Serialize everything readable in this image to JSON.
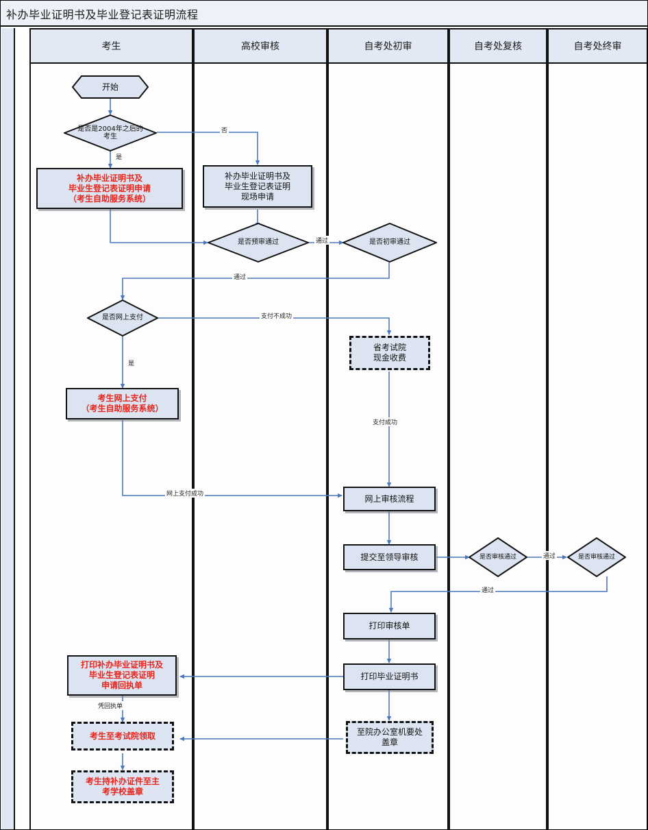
{
  "title": "补办毕业证明书及毕业登记表证明流程",
  "lanes": [
    {
      "id": "lane-margin",
      "label": ""
    },
    {
      "id": "lane-student",
      "label": "考生"
    },
    {
      "id": "lane-college",
      "label": "高校审核"
    },
    {
      "id": "lane-first-review",
      "label": "自考处初审"
    },
    {
      "id": "lane-recheck",
      "label": "自考处复核"
    },
    {
      "id": "lane-final-review",
      "label": "自考处终审"
    }
  ],
  "nodes": {
    "start": "开始",
    "decide_year": "是否是2004年之后的考生",
    "apply_online": "补办毕业证明书及\n毕业生登记表证明申请\n（考生自助服务系统）",
    "apply_onsite": "补办毕业证明书及\n毕业生登记表证明\n现场申请",
    "decide_pre_review": "是否预审通过",
    "decide_first_review": "是否初审通过",
    "decide_online_pay": "是否网上支付",
    "cash_pay": "省考试院\n现金收费",
    "student_pay": "考生网上支付\n（考生自助服务系统）",
    "online_review_flow": "网上审核流程",
    "submit_leader": "提交至领导审核",
    "decide_recheck": "是否审核通过",
    "decide_final": "是否审核通过",
    "print_review_sheet": "打印审核单",
    "print_certificate": "打印毕业证明书",
    "print_receipt": "打印补办毕业证明书及\n毕业生登记表证明\n申请回执单",
    "seal_office": "至院办公室机要处\n盖章",
    "student_collect": "考生至考试院领取",
    "student_school_seal": "考生持补办证件至主\n考学校盖章"
  },
  "edge_labels": {
    "no": "否",
    "yes": "是",
    "pass_pre": "通过",
    "pass_first": "通过",
    "pay_failed": "支付不成功",
    "pay_success": "支付成功",
    "online_pay_success": "网上支付成功",
    "pass_recheck": "通过",
    "pass_final": "通过",
    "with_receipt": "凭回执单"
  },
  "colors": {
    "accent_red": "#e8251c",
    "box_fill": "#dce4f1",
    "lane_header_fill": "#e3e9f4",
    "connector": "#4a78bd",
    "border": "#111111"
  }
}
